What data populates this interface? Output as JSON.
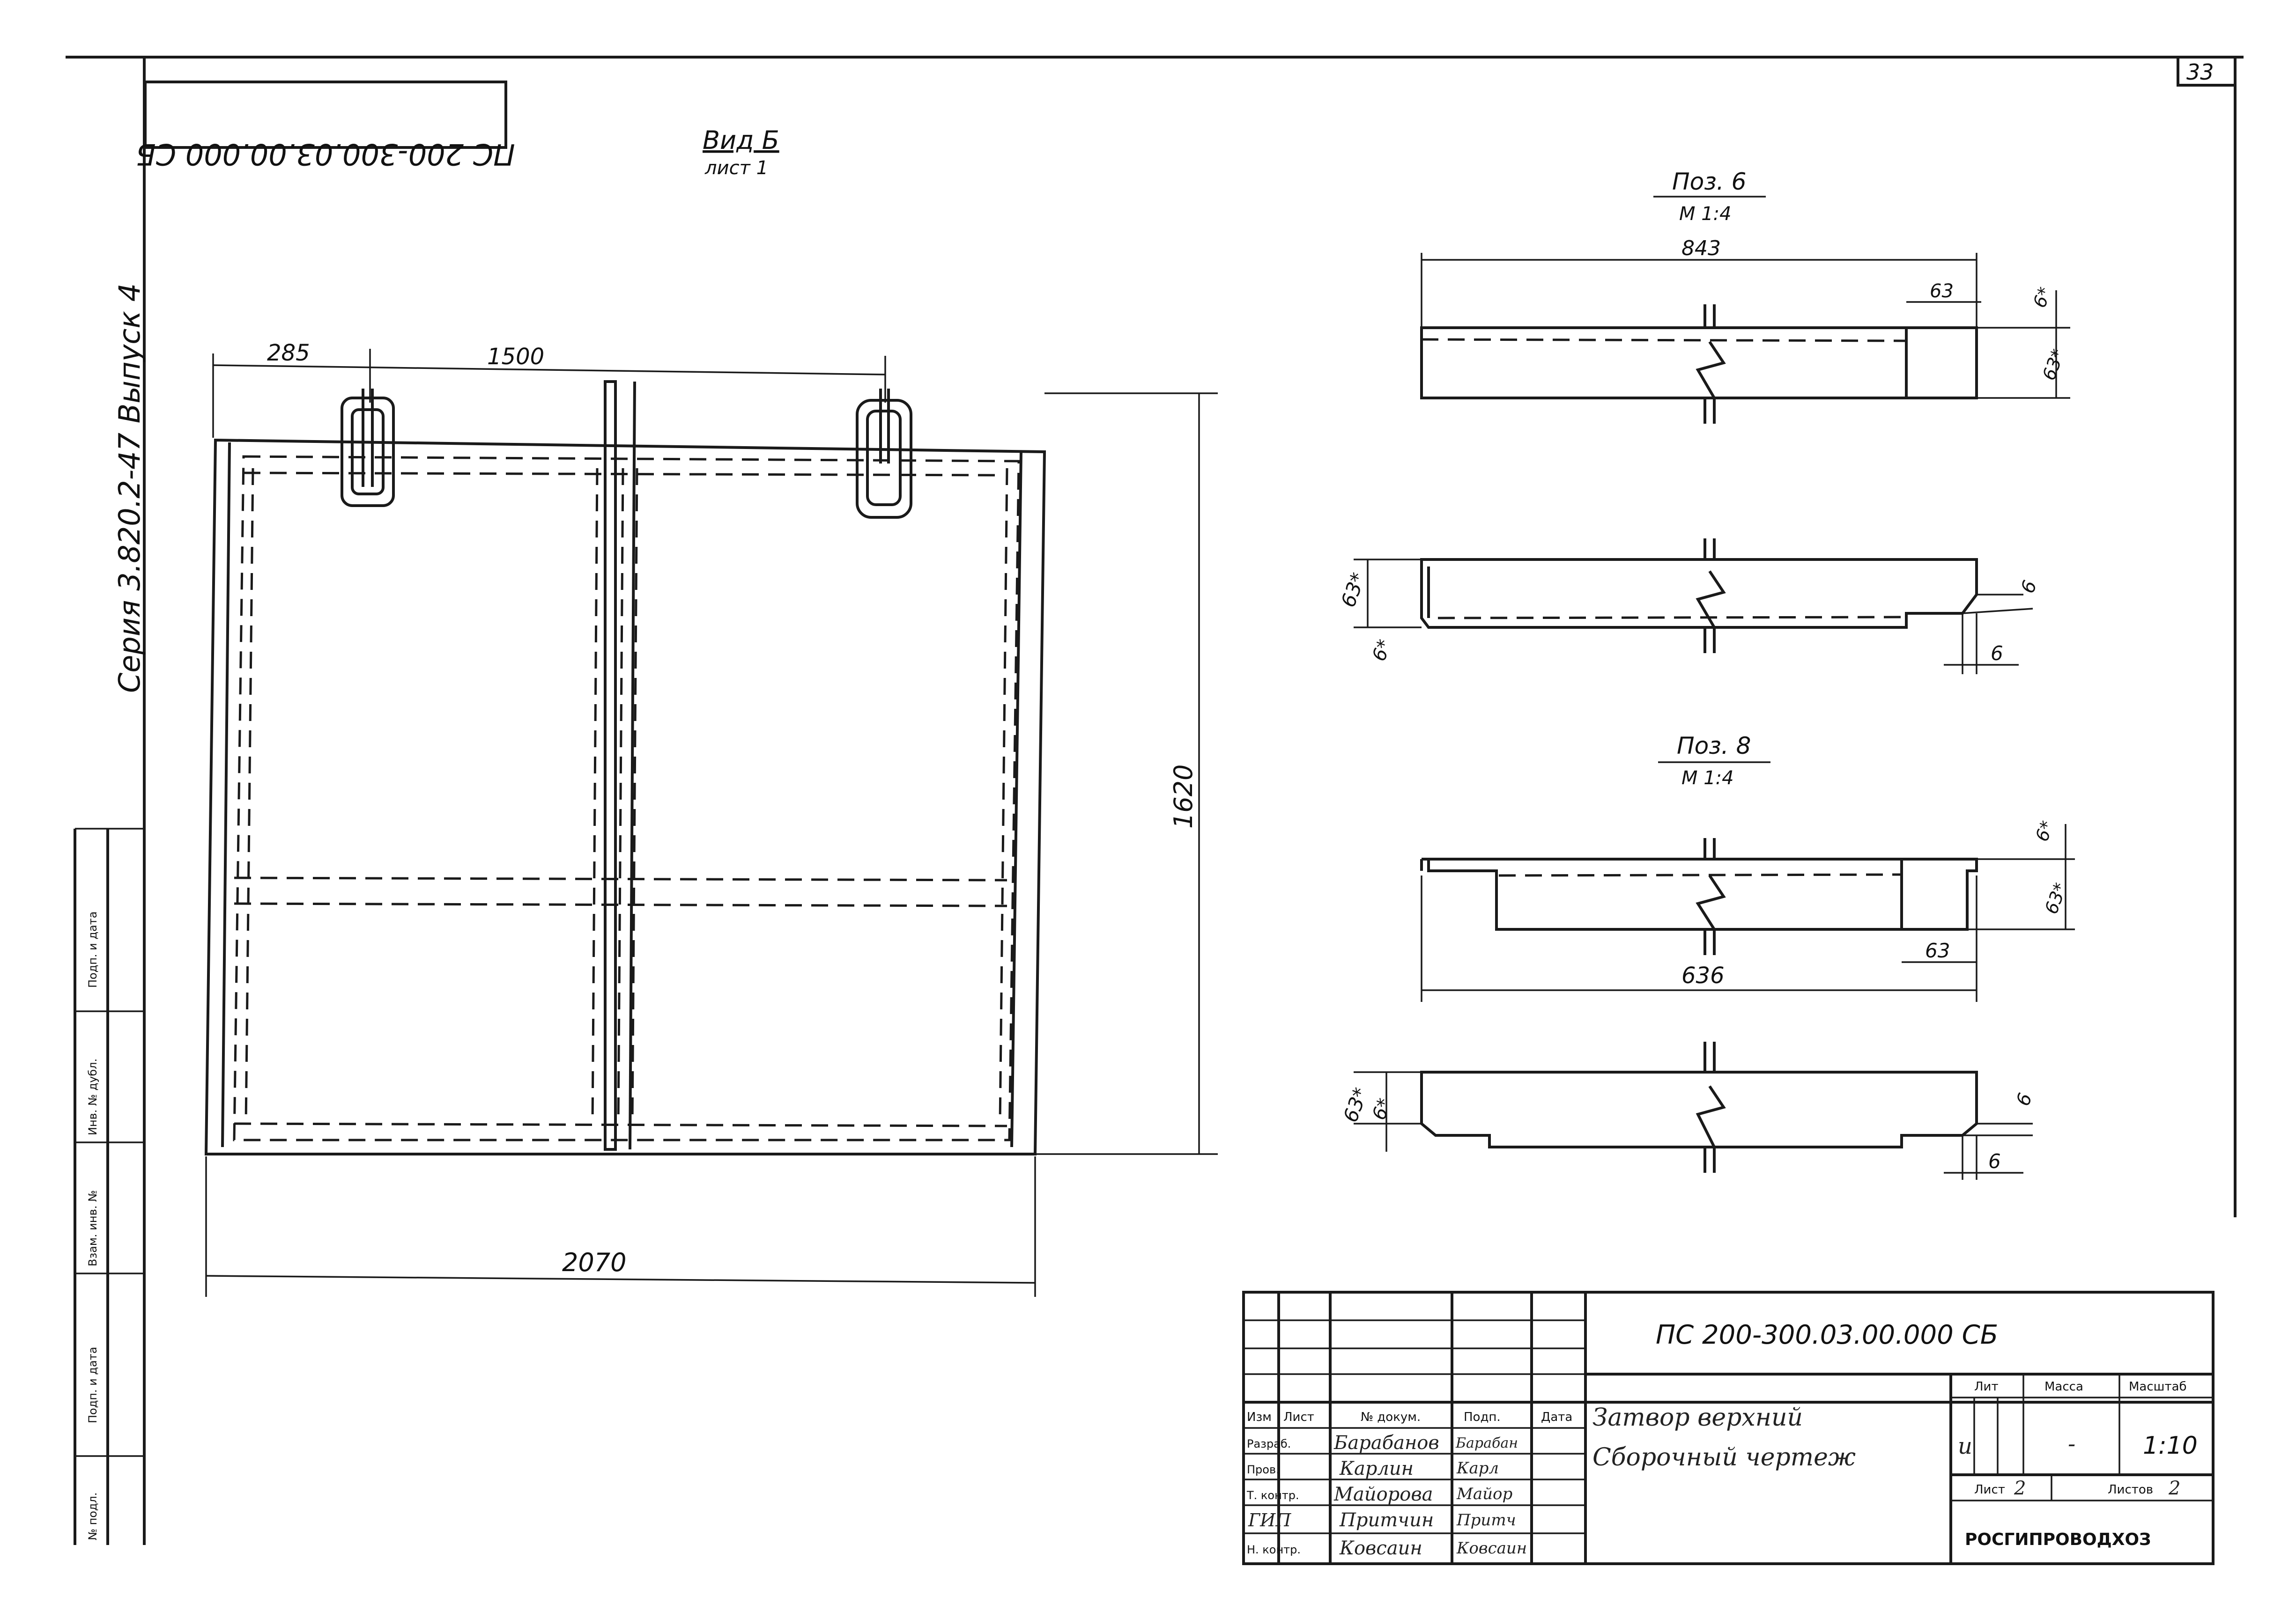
{
  "sheet": {
    "page_number": "33",
    "stamp_code_mirrored": "ПС 200-300.03.00.000 СБ",
    "series_label": "Серия 3.820.2-47 Выпуск 4"
  },
  "side_columns": [
    "№ подл.",
    "Подп. и дата",
    "Взам. инв. №",
    "Инв. № дубл.",
    "Подп. и дата"
  ],
  "view": {
    "title": "Вид Б",
    "subtitle": "лист 1",
    "dim_285": "285",
    "dim_1500": "1500",
    "dim_1620": "1620",
    "dim_2070": "2070"
  },
  "pos6": {
    "title": "Поз. 6",
    "scale": "М 1:4",
    "dim_length": "843",
    "dim_63_top": "63",
    "dim_6_star": "6*",
    "dim_63_star_right": "63*",
    "dim_63_star_left": "63*",
    "dim_6_star_left": "6*",
    "dim_6_a": "6",
    "dim_6_b": "6"
  },
  "pos8": {
    "title": "Поз. 8",
    "scale": "М 1:4",
    "dim_length": "636",
    "dim_63": "63",
    "dim_6_star": "6*",
    "dim_63_star_right": "63*",
    "dim_63_star_left": "63*",
    "dim_6_star_left": "6*",
    "dim_6_a": "6",
    "dim_6_b": "6"
  },
  "title_block": {
    "doc_code": "ПС 200-300.03.00.000 СБ",
    "name_line1": "Затвор верхний",
    "name_line2": "Сборочный чертеж",
    "headers": {
      "izm": "Изм",
      "list": "Лист",
      "doc_no": "№ докум.",
      "sign": "Подп.",
      "date": "Дата"
    },
    "col_lit": "Лит",
    "col_mass": "Масса",
    "col_scale": "Масштаб",
    "lit_value": "и",
    "mass_value": "-",
    "scale_value": "1:10",
    "sheet_label": "Лист",
    "sheet_value": "2",
    "sheets_label": "Листов",
    "sheets_value": "2",
    "organization": "РОСГИПРОВОДХОЗ",
    "rows": [
      {
        "role": "Разраб.",
        "name": "Барабанов",
        "sign": "Барабан"
      },
      {
        "role": "Пров.",
        "name": "Карлин",
        "sign": "Карл"
      },
      {
        "role": "Т. контр.",
        "name": "Майорова",
        "sign": "Майор"
      },
      {
        "role": "ГИП",
        "name": "Притчин",
        "sign": "Притч"
      },
      {
        "role": "Н. контр.",
        "name": "Ковсаин",
        "sign": "Ковсаин"
      }
    ]
  }
}
